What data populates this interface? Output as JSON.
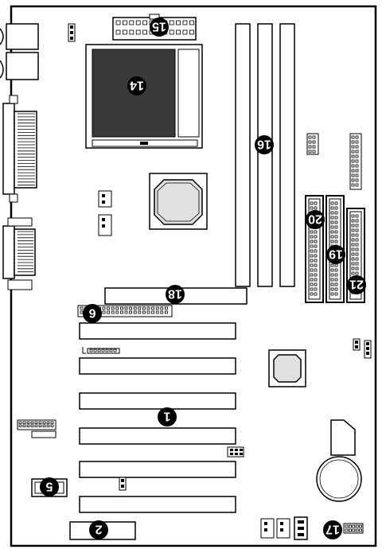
{
  "diagram": {
    "orientation": "rotated-180",
    "colors": {
      "outline": "#000000",
      "board": "#ffffff",
      "cpu_dark": "#3a3a3a",
      "chip_fill": "#e0e0e0",
      "callout_fill": "#000000",
      "callout_text": "#ffffff"
    },
    "callouts": [
      {
        "id": "c1",
        "label": "1"
      },
      {
        "id": "c2",
        "label": "2"
      },
      {
        "id": "c5",
        "label": "5"
      },
      {
        "id": "c6",
        "label": "6"
      },
      {
        "id": "c14",
        "label": "14"
      },
      {
        "id": "c15",
        "label": "15"
      },
      {
        "id": "c16",
        "label": "16"
      },
      {
        "id": "c17",
        "label": "17"
      },
      {
        "id": "c18",
        "label": "18"
      },
      {
        "id": "c19",
        "label": "19"
      },
      {
        "id": "c20",
        "label": "20"
      },
      {
        "id": "c21",
        "label": "21"
      }
    ]
  }
}
